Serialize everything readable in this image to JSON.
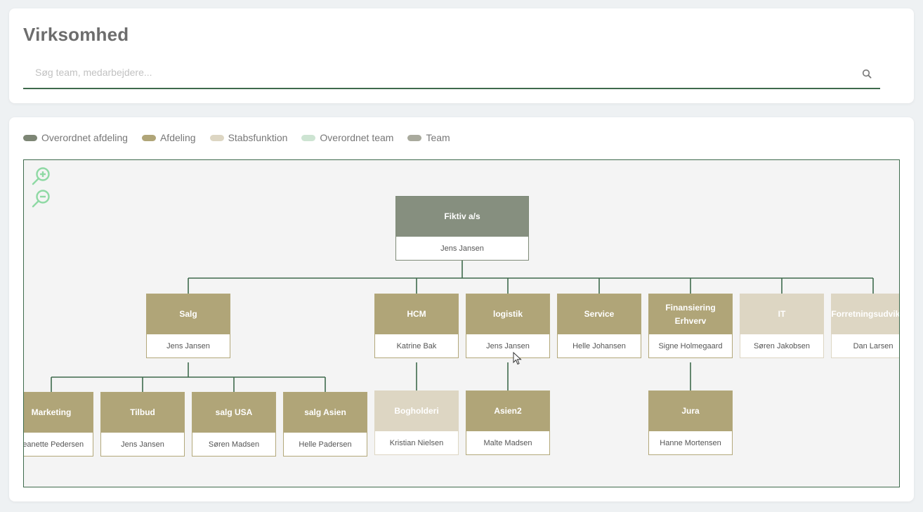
{
  "header": {
    "title": "Virksomhed"
  },
  "search": {
    "placeholder": "Søg team, medarbejdere...",
    "value": ""
  },
  "legend": [
    {
      "label": "Overordnet afdeling",
      "color": "#7d8675"
    },
    {
      "label": "Afdeling",
      "color": "#b0a578"
    },
    {
      "label": "Stabsfunktion",
      "color": "#ddd6c3"
    },
    {
      "label": "Overordnet team",
      "color": "#cde4d2"
    },
    {
      "label": "Team",
      "color": "#a9aa9d"
    }
  ],
  "colors": {
    "accent": "#3e6a4c",
    "zoom": "#8fd9a4"
  },
  "icons": {
    "zoom_in": "zoom-in-icon",
    "zoom_out": "zoom-out-icon",
    "search": "search-icon"
  },
  "org": {
    "root": {
      "name": "Fiktiv a/s",
      "person": "Jens Jansen",
      "type": "overordnet-afdeling"
    },
    "level1": [
      {
        "name": "Salg",
        "person": "Jens Jansen",
        "type": "afdeling"
      },
      {
        "name": "HCM",
        "person": "Katrine Bak",
        "type": "afdeling"
      },
      {
        "name": "logistik",
        "person": "Jens Jansen",
        "type": "afdeling"
      },
      {
        "name": "Service",
        "person": "Helle Johansen",
        "type": "afdeling"
      },
      {
        "name": "Finansiering Erhverv",
        "person": "Signe Holmegaard",
        "type": "afdeling"
      },
      {
        "name": "IT",
        "person": "Søren Jakobsen",
        "type": "stabsfunktion"
      },
      {
        "name": "Forretningsudvikling",
        "person": "Dan Larsen",
        "type": "stabsfunktion"
      }
    ],
    "salg_children": [
      {
        "name": "Marketing",
        "person": "Jeanette Pedersen",
        "type": "afdeling"
      },
      {
        "name": "Tilbud",
        "person": "Jens Jansen",
        "type": "afdeling"
      },
      {
        "name": "salg USA",
        "person": "Søren Madsen",
        "type": "afdeling"
      },
      {
        "name": "salg Asien",
        "person": "Helle Padersen",
        "type": "afdeling"
      }
    ],
    "hcm_children": [
      {
        "name": "Bogholderi",
        "person": "Kristian Nielsen",
        "type": "stabsfunktion"
      }
    ],
    "logistik_children": [
      {
        "name": "Asien2",
        "person": "Malte Madsen",
        "type": "afdeling"
      }
    ],
    "finansiering_children": [
      {
        "name": "Jura",
        "person": "Hanne Mortensen",
        "type": "afdeling"
      }
    ]
  }
}
